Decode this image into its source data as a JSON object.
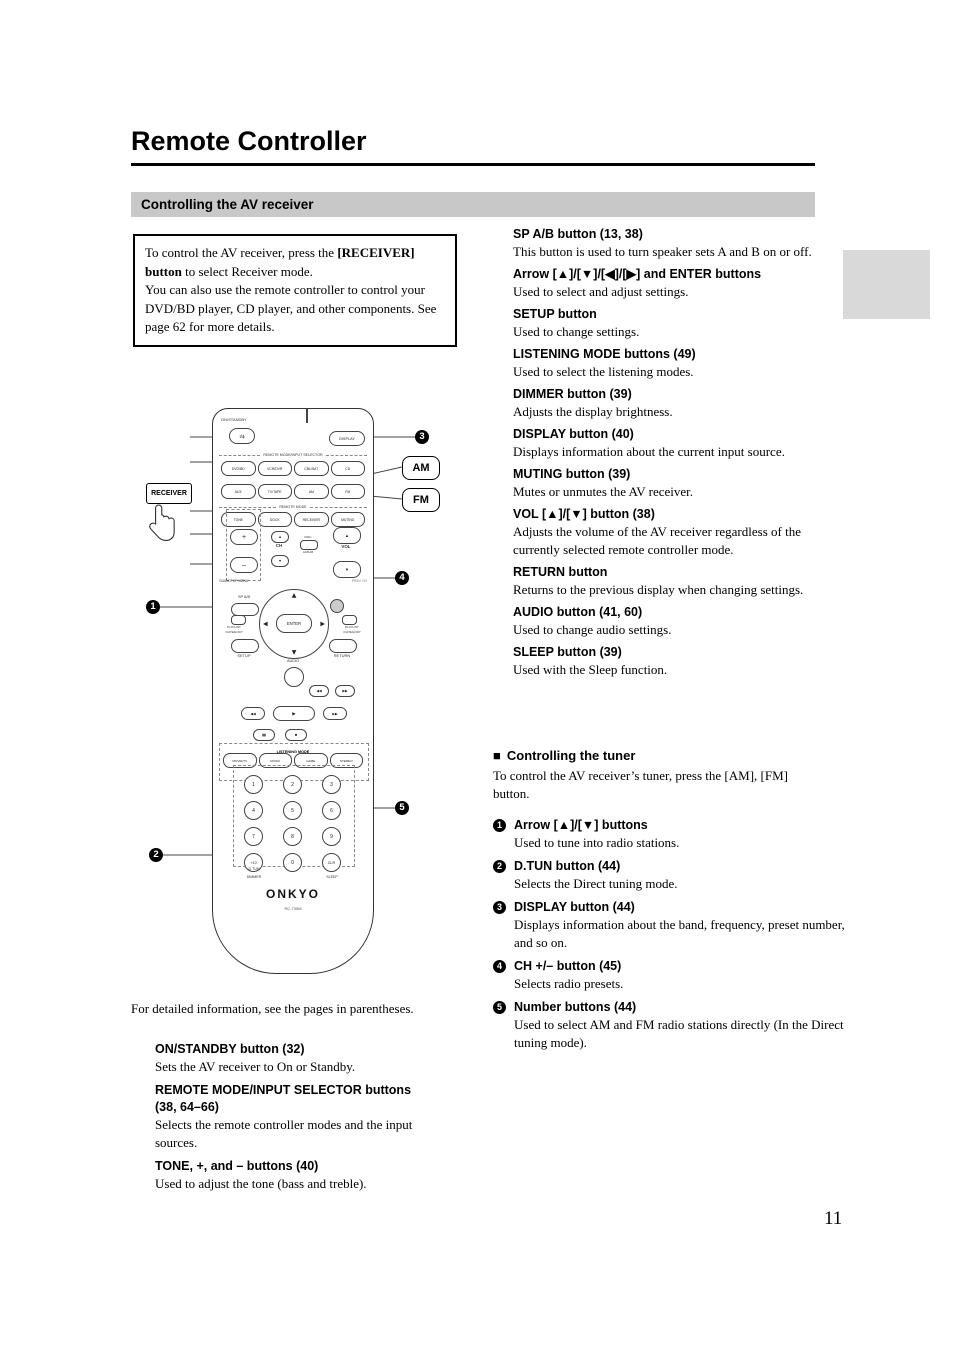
{
  "page": {
    "title": "Remote Controller",
    "section_header": "Controlling the AV receiver",
    "page_number": "11"
  },
  "intro_box": {
    "p1_pre": "To control the AV receiver, press the ",
    "p1_bold": "[RECEIVER] button",
    "p1_post": " to select Receiver mode.",
    "p2": "You can also use the remote controller to control your DVD/BD player, CD player, and other components. See page 62 for more details."
  },
  "right_column": {
    "items": [
      {
        "heading": "SP A/B button (13, 38)",
        "body": "This button is used to turn speaker sets A and B on or off."
      },
      {
        "heading": "Arrow [▲]/[▼]/[◀]/[▶] and ENTER buttons",
        "body": "Used to select and adjust settings."
      },
      {
        "heading": "SETUP button",
        "body": "Used to change settings."
      },
      {
        "heading": "LISTENING MODE buttons (49)",
        "body": "Used to select the listening modes."
      },
      {
        "heading": "DIMMER button (39)",
        "body": "Adjusts the display brightness."
      },
      {
        "heading": "DISPLAY button (40)",
        "body": "Displays information about the current input source."
      },
      {
        "heading": "MUTING button (39)",
        "body": "Mutes or unmutes the AV receiver."
      },
      {
        "heading": "VOL [▲]/[▼] button (38)",
        "body": "Adjusts the volume of the AV receiver regardless of the currently selected remote controller mode."
      },
      {
        "heading": "RETURN button",
        "body": "Returns to the previous display when changing settings."
      },
      {
        "heading": "AUDIO button (41, 60)",
        "body": "Used to change audio settings."
      },
      {
        "heading": "SLEEP button (39)",
        "body": "Used with the Sleep function."
      }
    ]
  },
  "tuner": {
    "bullet": "■",
    "heading": "Controlling the tuner",
    "intro": "To control the AV receiver’s tuner, press the [AM], [FM] button.",
    "items": [
      {
        "num": "1",
        "heading": "Arrow [▲]/[▼] buttons",
        "body": "Used to tune into radio stations."
      },
      {
        "num": "2",
        "heading": "D.TUN button (44)",
        "body": "Selects the Direct tuning mode."
      },
      {
        "num": "3",
        "heading": "DISPLAY button (44)",
        "body": "Displays information about the band, frequency, preset number, and so on."
      },
      {
        "num": "4",
        "heading": "CH +/– button (45)",
        "body": "Selects radio presets."
      },
      {
        "num": "5",
        "heading": "Number buttons (44)",
        "body": "Used to select AM and FM radio stations directly (In the Direct tuning mode)."
      }
    ]
  },
  "left_notes": {
    "intro": "For detailed information, see the pages in parentheses.",
    "items": [
      {
        "heading": "ON/STANDBY button (32)",
        "body": "Sets the AV receiver to On or Standby."
      },
      {
        "heading": "REMOTE MODE/INPUT SELECTOR buttons (38, 64–66)",
        "body": "Selects the remote controller modes and the input sources."
      },
      {
        "heading": "TONE, +, and – buttons (40)",
        "body": "Used to adjust the tone (bass and treble)."
      }
    ]
  },
  "figure": {
    "c1": "1",
    "c2": "2",
    "c3": "3",
    "c4": "4",
    "c5": "5",
    "am_label": "AM",
    "fm_label": "FM",
    "receiver_callout": "RECEIVER"
  },
  "remote": {
    "on_standby_label": "ON/STANDBY",
    "power_label": "I/ϕ",
    "display_label": "DISPLAY",
    "selector_title": "REMOTE MODE/INPUT SELECTOR",
    "selector_row1": [
      {
        "label": "DVD/BD"
      },
      {
        "label": "VCR/DVR"
      },
      {
        "label": "CBL/SAT"
      },
      {
        "label": "CD"
      }
    ],
    "selector_row2": [
      {
        "label": "AUX"
      },
      {
        "label": "TV/TAPE"
      },
      {
        "label": "AM"
      },
      {
        "label": "FM"
      }
    ],
    "remote_mode_title": "REMOTE MODE",
    "mode_row": [
      {
        "label": "TONE"
      },
      {
        "label": "DOCK"
      },
      {
        "label": "RECEIVER"
      },
      {
        "label": "MUTING"
      }
    ],
    "plus_label": "+",
    "minus_label": "–",
    "up_glyph": "▲",
    "down_glyph": "▼",
    "left_glyph": "◀",
    "right_glyph": "▶",
    "ch_label": "CH",
    "disc_top": "DISC",
    "disc_bottom": "ALBUM",
    "vol_label": "VOL",
    "guide_label": "GUIDE/TOP MENU",
    "prevch_label": "PREV CH",
    "sp_ab_label": "SP A/B",
    "playlist_line1": "PLAYLIST",
    "playlist_line2": "/CATEGORY",
    "enter_label": "ENTER",
    "setup_label": "SETUP",
    "audio_label": "AUDIO",
    "return_label": "RETURN",
    "skip_back": "◀◀",
    "skip_fwd": "▶▶",
    "rew": "◀◀",
    "play": "▶",
    "ff": "▶▶",
    "pause": "▮▮",
    "stop": "■",
    "listening_title": "LISTENING MODE",
    "listening_row": [
      {
        "label": "MOVIE/TV"
      },
      {
        "label": "MUSIC"
      },
      {
        "label": "GAME"
      },
      {
        "label": "STEREO"
      }
    ],
    "number_buttons": [
      {
        "label": "1"
      },
      {
        "label": "2"
      },
      {
        "label": "3"
      },
      {
        "label": "4"
      },
      {
        "label": "5"
      },
      {
        "label": "6"
      },
      {
        "label": "7"
      },
      {
        "label": "8"
      },
      {
        "label": "9"
      },
      {
        "label": "+10"
      },
      {
        "label": "0"
      },
      {
        "label": "CLR"
      }
    ],
    "dtun_label": "D.TUN",
    "dimmer_label": "DIMMER",
    "sleep_label": "SLEEP",
    "brand": "ONKYO",
    "model": "RC-735M"
  }
}
